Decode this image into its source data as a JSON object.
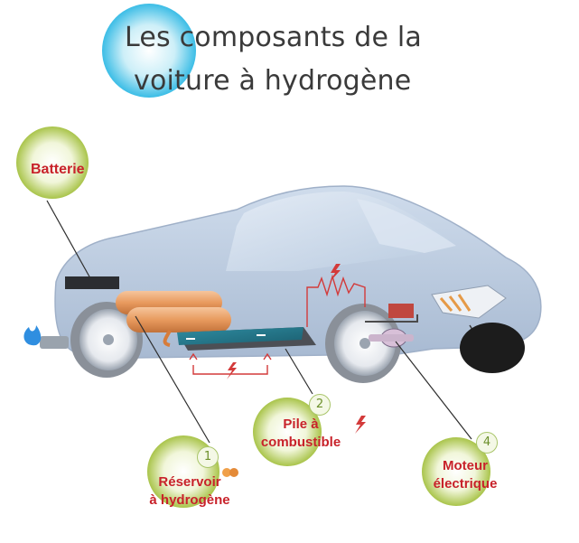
{
  "title": {
    "line1": "Les composants de la",
    "line2": "voiture à hydrogène"
  },
  "labels": {
    "battery": "Batterie",
    "tank_line1": "Réservoir",
    "tank_line2": "à hydrogène",
    "fuelcell_line1": "Pile à",
    "fuelcell_line2": "combustible",
    "motor_line1": "Moteur",
    "motor_line2": "électrique"
  },
  "numbers": {
    "tank": "1",
    "fuelcell": "2",
    "motor": "4"
  },
  "colors": {
    "label_red": "#c8222a",
    "bubble_green": "#b7cf5a",
    "title_blue": "#5bc8e8",
    "car_body": "#b9c9df",
    "tank_orange": "#eaa16a",
    "fuelcell_teal": "#2a7f93"
  },
  "icons": [
    "lightning-icon",
    "flame-icon",
    "hydrogen-molecule-icon"
  ]
}
